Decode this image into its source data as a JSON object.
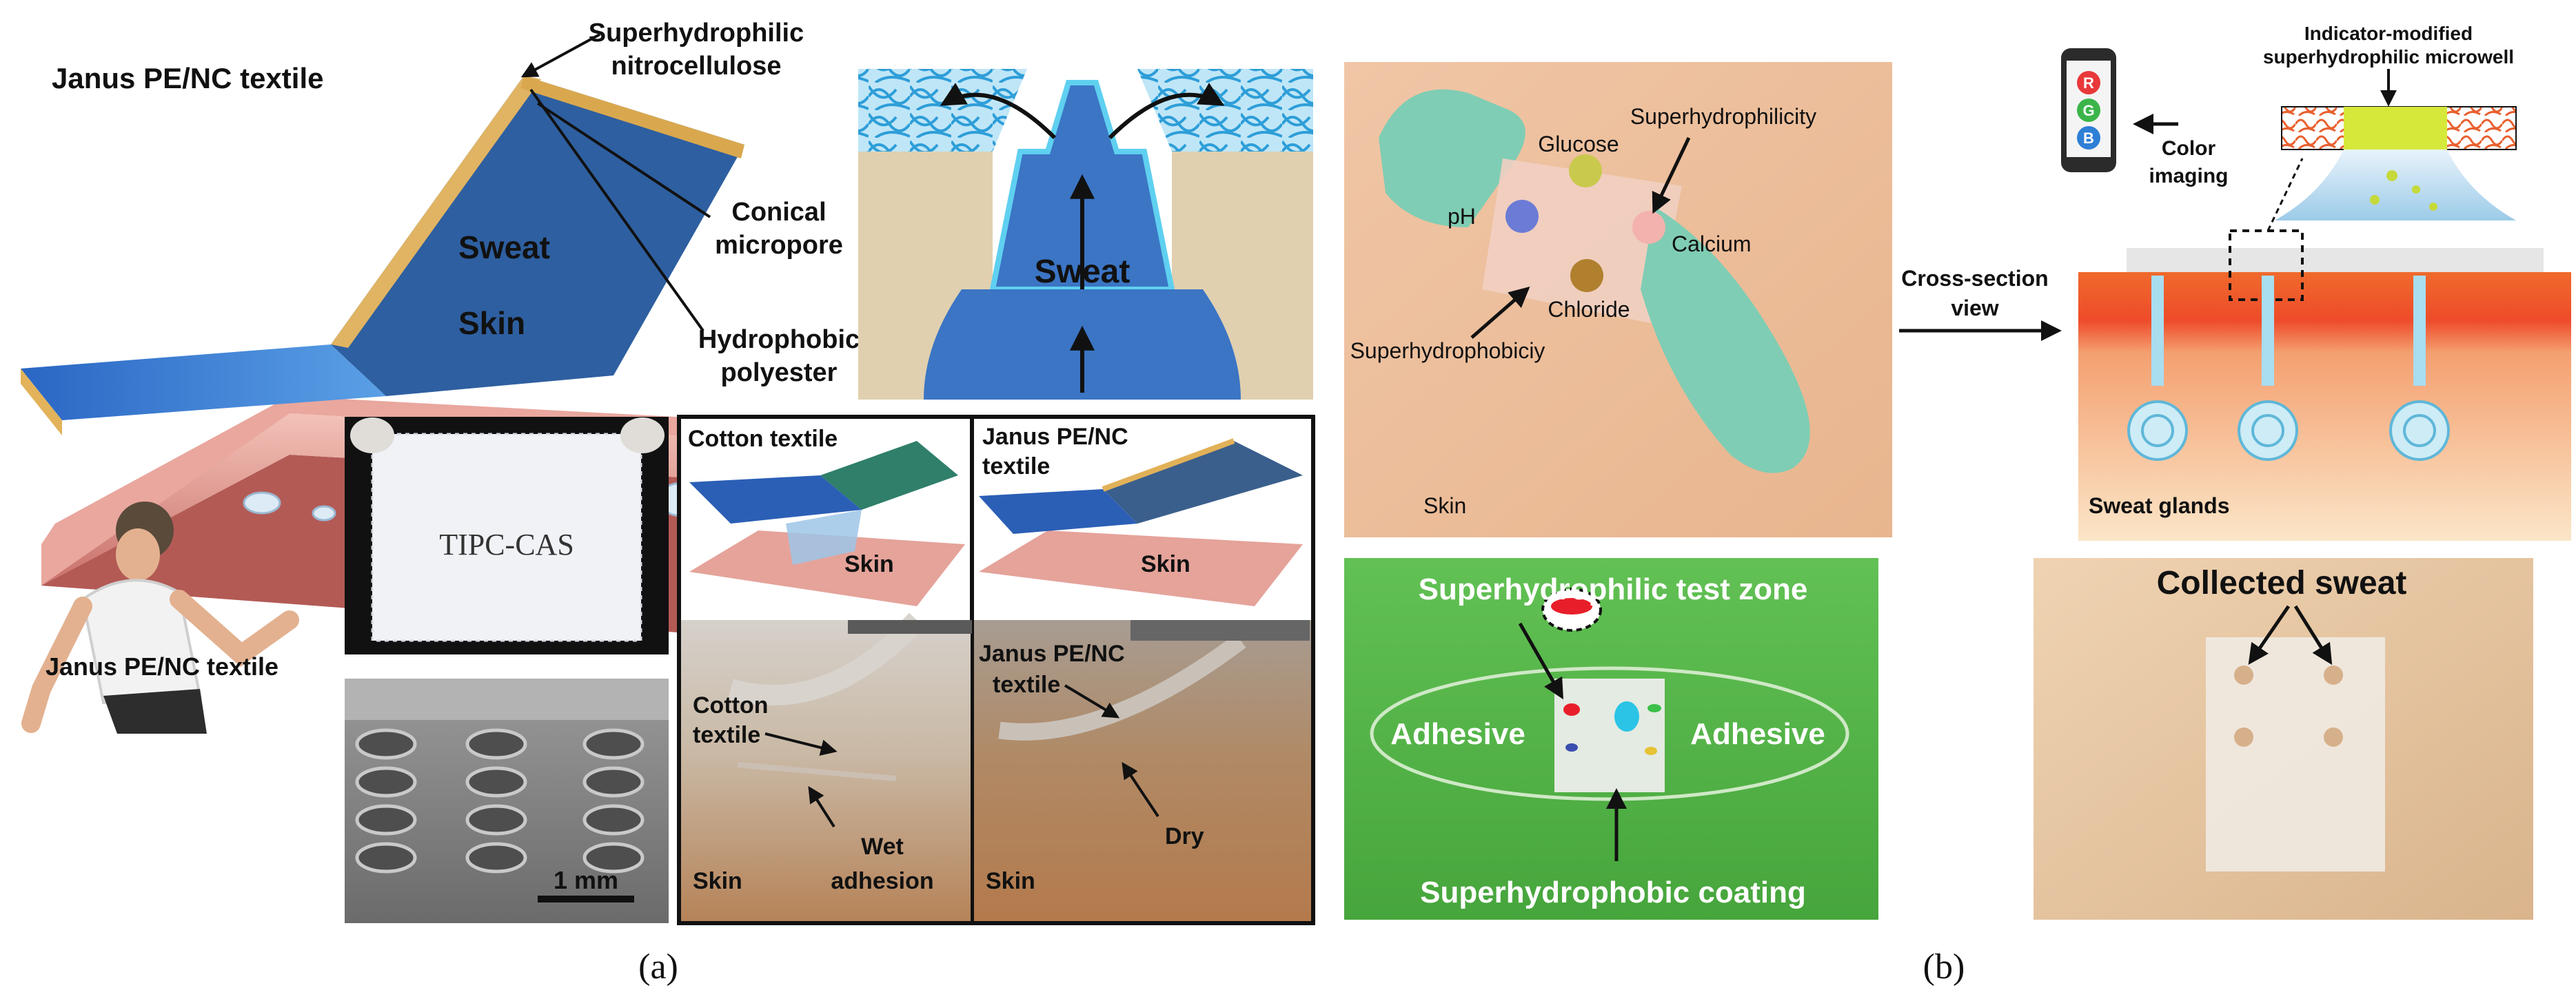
{
  "panel_a": {
    "title": "Janus PE/NC textile",
    "callouts": {
      "nitro_line1": "Superhydrophilic",
      "nitro_line2": "nitrocellulose",
      "conical_line1": "Conical",
      "conical_line2": "micropore",
      "hydro_line1": "Hydrophobic",
      "hydro_line2": "polyester",
      "sweat": "Sweat",
      "skin": "Skin"
    },
    "micropore_sweat": "Sweat",
    "runner_label": "Janus PE/NC textile",
    "photo_label": "TIPC-CAS",
    "scale_bar": "1 mm",
    "compare": {
      "left_title": "Cotton textile",
      "left_skin": "Skin",
      "right_title_line1": "Janus PE/NC",
      "right_title_line2": "textile",
      "right_skin": "Skin",
      "photo_left_line1": "Cotton",
      "photo_left_line2": "textile",
      "photo_left_skin": "Skin",
      "wet_line1": "Wet",
      "wet_line2": "adhesion",
      "photo_right_line1": "Janus PE/NC",
      "photo_right_line2": "textile",
      "dry": "Dry",
      "photo_right_skin": "Skin"
    },
    "caption": "(a)"
  },
  "panel_b": {
    "patch": {
      "glucose": "Glucose",
      "superhydrophilicity": "Superhydrophilicity",
      "ph": "pH",
      "calcium": "Calcium",
      "chloride": "Chloride",
      "superhydrophobicity": "Superhydrophobiciy",
      "skin": "Skin"
    },
    "cross_line1": "Cross-section",
    "cross_line2": "view",
    "phone_letters": [
      "R",
      "G",
      "B"
    ],
    "color_line1": "Color",
    "color_line2": "imaging",
    "indicator_line1": "Indicator-modified",
    "indicator_line2": "superhydrophilic microwell",
    "sweat_glands": "Sweat glands",
    "green": {
      "test_zone": "Superhydrophilic test zone",
      "adhesive_left": "Adhesive",
      "adhesive_right": "Adhesive",
      "coating": "Superhydrophobic coating"
    },
    "collected": "Collected sweat",
    "caption": "(b)"
  },
  "colors": {
    "textile_blue": "#2f72c8",
    "skin_pink": "#e7a29a",
    "green_bg": "#58b94a",
    "patch_teal": "#7fcdb4",
    "skin_beige": "#e9c7a4"
  }
}
